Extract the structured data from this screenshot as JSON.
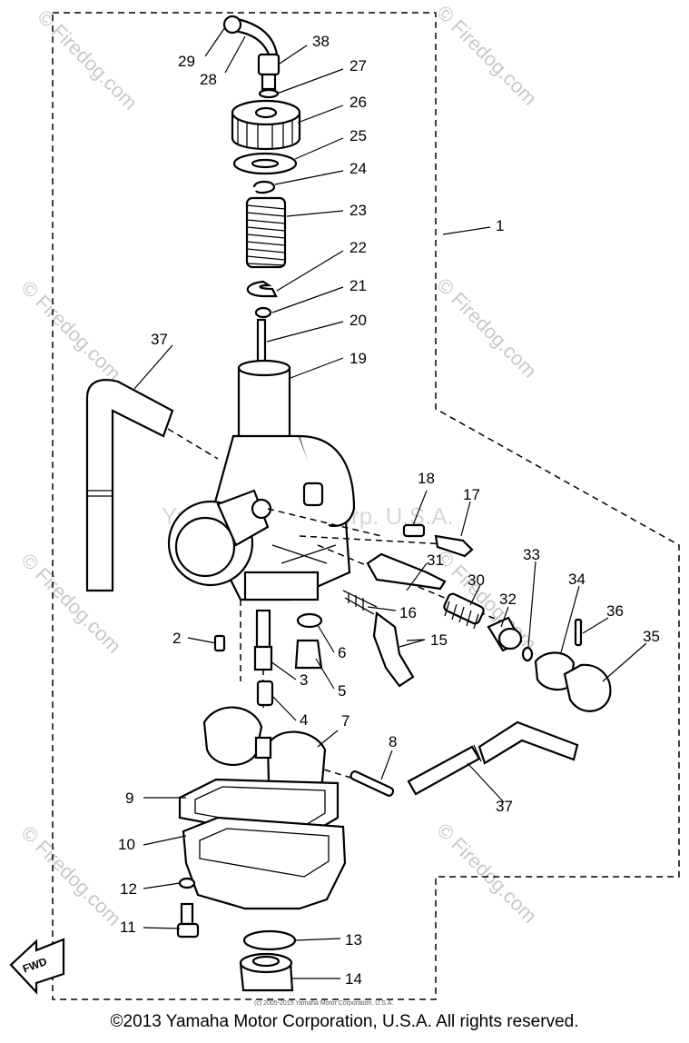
{
  "watermarks": {
    "firedog": "© Firedog.com",
    "company": "Yamaha Motor Corp. U.S.A.",
    "small_print": "(c) 2005-2015 Yamaha Motor Corporation, U.S.A."
  },
  "fwd_label": "FWD",
  "copyright": "©2013 Yamaha Motor Corporation, U.S.A. All rights reserved.",
  "part_labels": [
    "1",
    "2",
    "3",
    "4",
    "5",
    "6",
    "7",
    "8",
    "9",
    "10",
    "11",
    "12",
    "13",
    "14",
    "15",
    "16",
    "17",
    "18",
    "19",
    "20",
    "21",
    "22",
    "23",
    "24",
    "25",
    "26",
    "27",
    "28",
    "29",
    "30",
    "31",
    "32",
    "33",
    "34",
    "35",
    "36",
    "37",
    "38"
  ]
}
